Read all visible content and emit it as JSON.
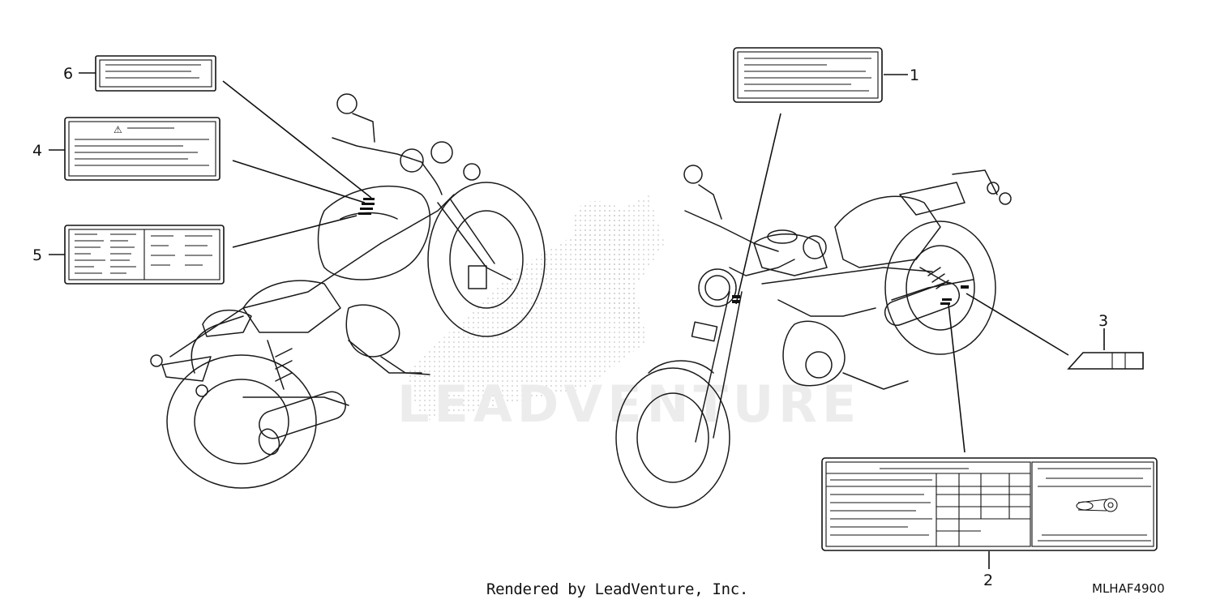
{
  "diagram": {
    "callouts": {
      "c1": "1",
      "c2": "2",
      "c3": "3",
      "c4": "4",
      "c5": "5",
      "c6": "6"
    },
    "watermark": "LEADVENTURE",
    "warning_symbol": "⚠"
  },
  "footer": {
    "rendered_by": "Rendered by LeadVenture, Inc.",
    "diagram_code": "MLHAF4900"
  },
  "icons": {
    "warning": "warning-triangle-icon",
    "chain": "drive-chain-icon"
  }
}
